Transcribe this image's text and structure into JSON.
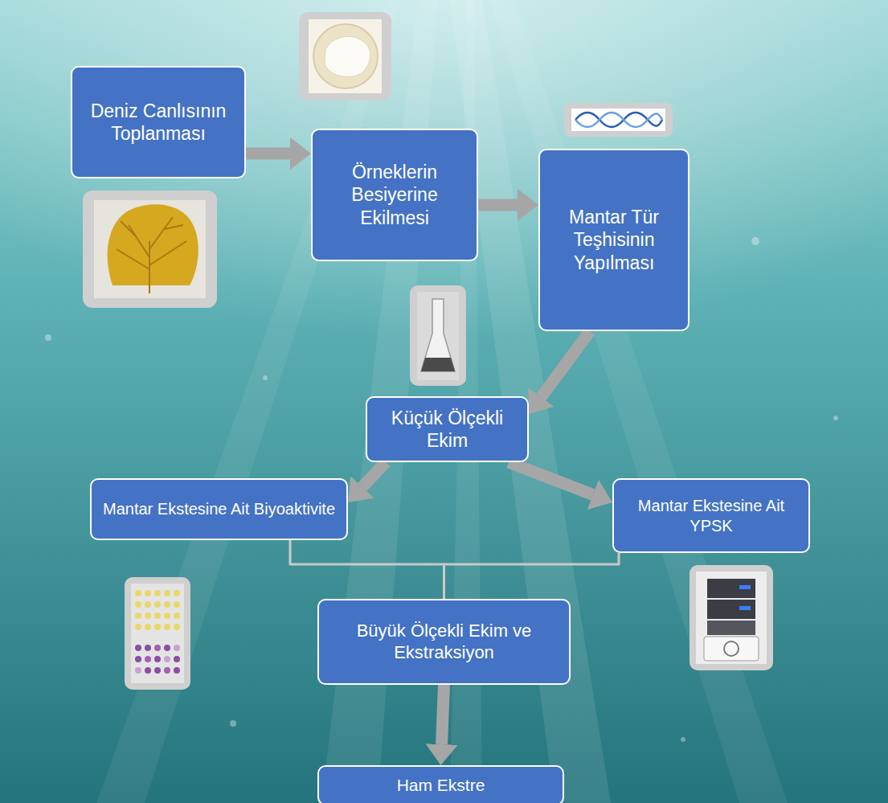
{
  "diagram": {
    "nodes": [
      {
        "text": [
          "Deniz Canlısının Toplanması"
        ]
      },
      {
        "text": [
          "Örneklerin Besiyerine Ekilmesi"
        ]
      },
      {
        "text": [
          "Mantar Tür Teşhisinin Yapılması"
        ]
      },
      {
        "text": [
          "Küçük Ölçekli Ekim"
        ]
      },
      {
        "text": [
          "Mantar Ekstesine Ait Biyoaktivite"
        ]
      },
      {
        "text": [
          "Mantar Ekstesine Ait YPSK"
        ]
      },
      {
        "text": [
          "Büyük Ölçekli Ekim ve Ekstraksiyon"
        ]
      },
      {
        "text": [
          "Ham Ekstre"
        ]
      }
    ],
    "edges": [
      {
        "from": 0,
        "to": 1,
        "arrow": "to"
      },
      {
        "from": 1,
        "to": 2,
        "arrow": "to"
      },
      {
        "from": 2,
        "to": 3,
        "arrow": "to"
      },
      {
        "from": 3,
        "to": 4,
        "arrow": "to"
      },
      {
        "from": 3,
        "to": 5,
        "arrow": "to"
      },
      {
        "from": 4,
        "to": 6,
        "arrow": "none"
      },
      {
        "from": 5,
        "to": 6,
        "arrow": "none"
      },
      {
        "from": 6,
        "to": 7,
        "arrow": "to"
      }
    ]
  }
}
